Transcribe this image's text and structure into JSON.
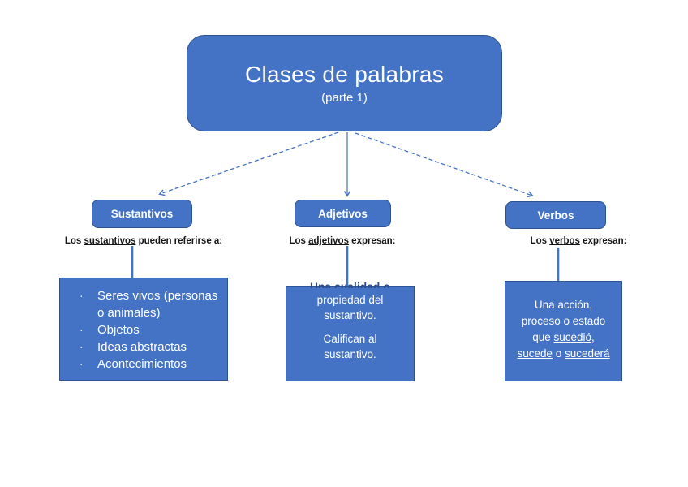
{
  "title": {
    "line1": "Clases de palabras",
    "line2": "(parte 1)"
  },
  "colors": {
    "box_fill": "#4472C4",
    "box_border": "#2F528F",
    "arrow": "#4472C4",
    "caption_text": "#151515",
    "clipped_text": "#2C4A86",
    "box_text": "#FFFFFF",
    "background": "#FFFFFF"
  },
  "branches": [
    {
      "header": "Sustantivos",
      "caption": {
        "prefix": "Los ",
        "keyword": "sustantivos",
        "suffix": " pueden referirse a:"
      },
      "bullets": [
        "Seres vivos (personas o animales)",
        "Objetos",
        "Ideas abstractas",
        "Acontecimientos"
      ]
    },
    {
      "header": "Adjetivos",
      "caption": {
        "prefix": "Los ",
        "keyword": "adjetivos",
        "suffix": " expresan:"
      },
      "clipped_line": "Una cualidad o",
      "paragraphs": [
        "propiedad del\nsustantivo.",
        "Califican al\nsustantivo."
      ]
    },
    {
      "header": "Verbos",
      "caption": {
        "prefix": "Los ",
        "keyword": "verbos",
        "suffix": " expresan:"
      },
      "lines": [
        [
          {
            "text": "Una acción,"
          }
        ],
        [
          {
            "text": "proceso o estado"
          }
        ],
        [
          {
            "text": "que "
          },
          {
            "text": "sucedió",
            "underline": true
          },
          {
            "text": ","
          }
        ],
        [
          {
            "text": "sucede",
            "underline": true
          },
          {
            "text": " o "
          },
          {
            "text": "sucederá",
            "underline": true
          }
        ]
      ]
    }
  ]
}
